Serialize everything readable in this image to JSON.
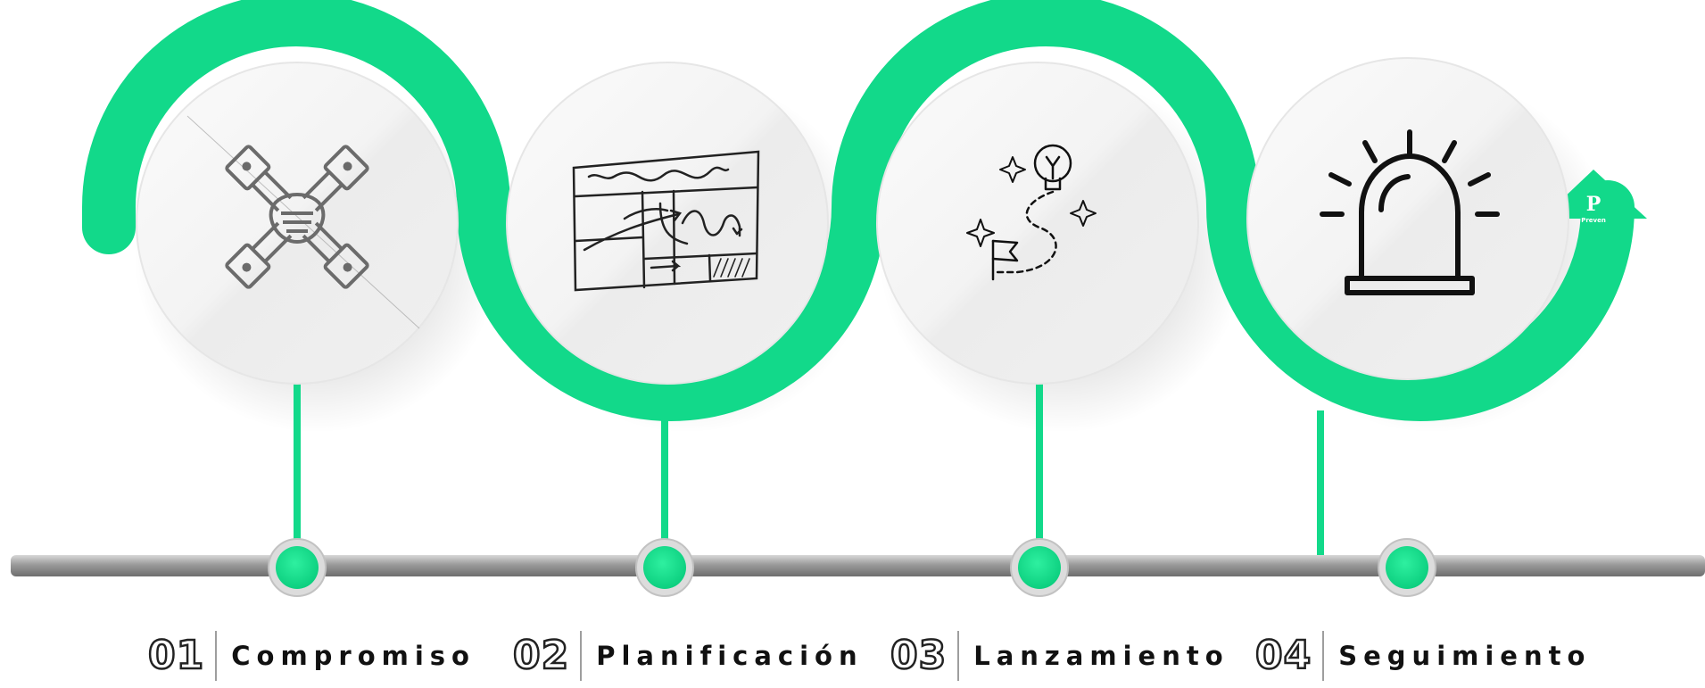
{
  "colors": {
    "accent": "#12d98a",
    "accent_dark": "#0cbf78",
    "circle_fill": "#f4f4f4",
    "bar_gray": "#8f8f8f",
    "icon_gray": "#6b6b6b",
    "icon_dark": "#111111"
  },
  "steps": [
    {
      "number": "01",
      "title": "Compromiso",
      "icon": "hands-together-icon"
    },
    {
      "number": "02",
      "title": "Planificación",
      "icon": "planning-board-icon"
    },
    {
      "number": "03",
      "title": "Lanzamiento",
      "icon": "launch-path-icon"
    },
    {
      "number": "04",
      "title": "Seguimiento",
      "icon": "alarm-beacon-icon"
    }
  ],
  "logo": {
    "letter": "P",
    "text": "Preven"
  }
}
